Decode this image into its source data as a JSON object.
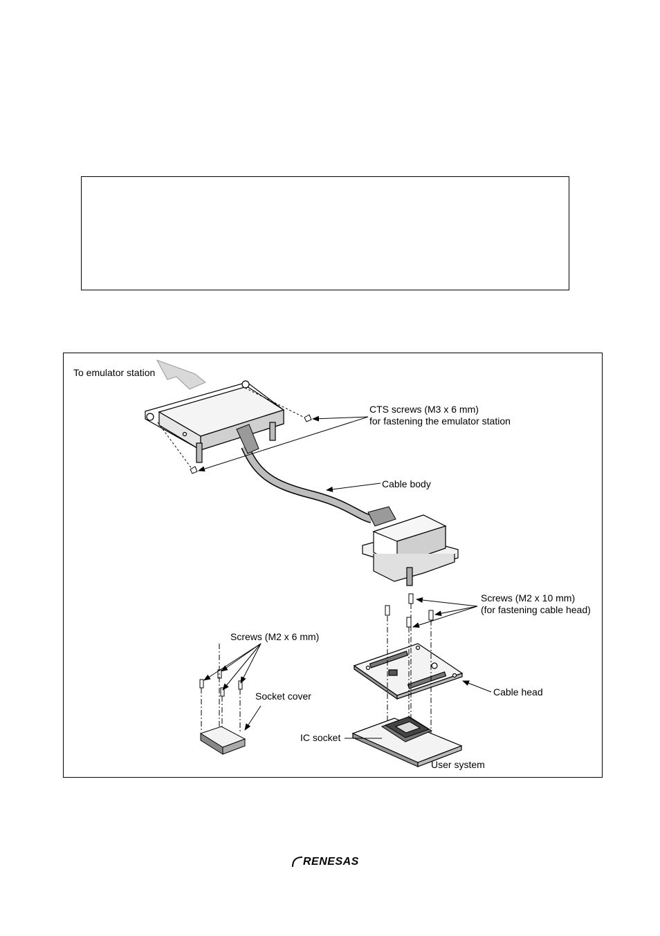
{
  "figure": {
    "labels": {
      "to_emulator_station": "To emulator station",
      "cts_screws_line1": "CTS screws (M3 x 6 mm)",
      "cts_screws_line2": "for fastening the emulator station",
      "cable_body": "Cable body",
      "screws_m2x10_line1": "Screws (M2 x 10 mm)",
      "screws_m2x10_line2": "(for fastening cable head)",
      "screws_m2x6": "Screws (M2 x 6 mm)",
      "socket_cover": "Socket cover",
      "cable_head": "Cable head",
      "ic_socket": "IC socket",
      "user_system": "User system"
    }
  },
  "footer": {
    "logo_text": "RENESAS"
  }
}
